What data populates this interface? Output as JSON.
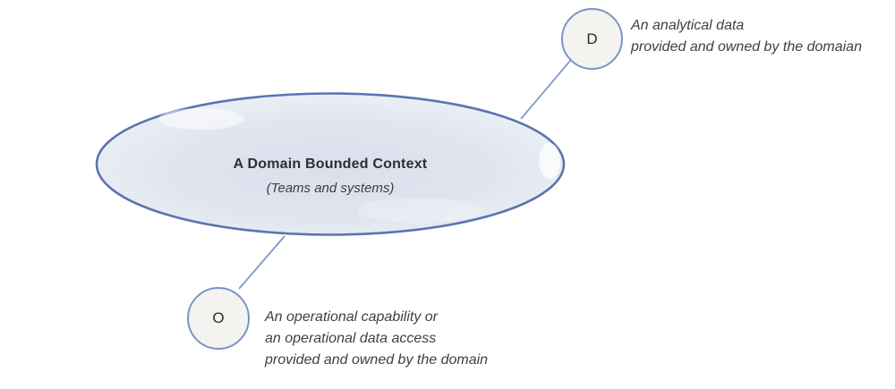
{
  "diagram": {
    "ellipse": {
      "title": "A Domain Bounded Context",
      "subtitle": "(Teams and systems)"
    },
    "nodes": {
      "analytical": {
        "label": "D"
      },
      "operational": {
        "label": "O"
      }
    },
    "captions": {
      "analytical": {
        "lines": [
          "An analytical data",
          "provided and owned by the domaian"
        ]
      },
      "operational": {
        "lines": [
          "An operational capability or",
          "an operational data access",
          "provided and owned by the domain"
        ]
      }
    }
  },
  "colors": {
    "ellipse_border": "#5b74b1",
    "ellipse_fill": "#dfe4ef",
    "node_border": "#7d93c7",
    "node_fill": "#f4f3f0",
    "connector": "#8298cb",
    "title_text": "#2f2f2f",
    "caption_text": "#404040"
  }
}
